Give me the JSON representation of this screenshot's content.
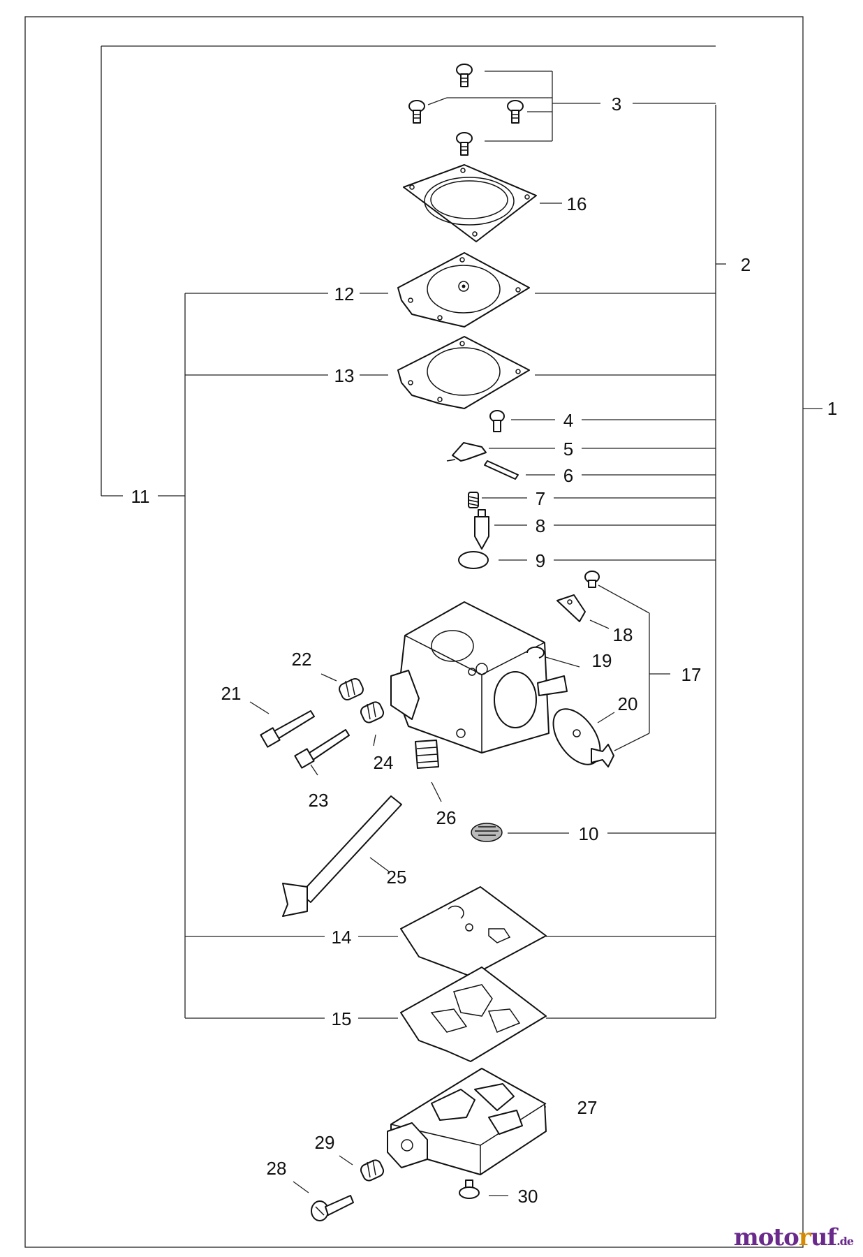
{
  "labels": {
    "l1": "1",
    "l2": "2",
    "l3": "3",
    "l4": "4",
    "l5": "5",
    "l6": "6",
    "l7": "7",
    "l8": "8",
    "l9": "9",
    "l10": "10",
    "l11": "11",
    "l12": "12",
    "l13": "13",
    "l14": "14",
    "l15": "15",
    "l16": "16",
    "l17": "17",
    "l18": "18",
    "l19": "19",
    "l20": "20",
    "l21": "21",
    "l22": "22",
    "l23": "23",
    "l24": "24",
    "l25": "25",
    "l26": "26",
    "l27": "27",
    "l28": "28",
    "l29": "29",
    "l30": "30"
  },
  "watermark": {
    "text": "moto",
    "accent": "r",
    "text2": "uf",
    "suffix": ".de"
  }
}
